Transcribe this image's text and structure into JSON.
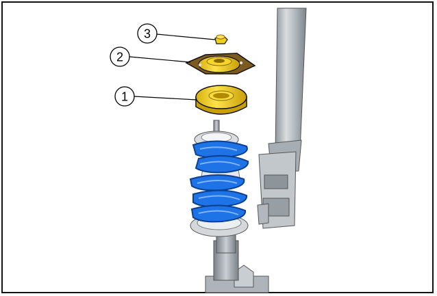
{
  "callouts": [
    {
      "number": "1",
      "part": "lower-bearing-ring"
    },
    {
      "number": "2",
      "part": "upper-strut-mount"
    },
    {
      "number": "3",
      "part": "cap"
    }
  ],
  "colors": {
    "bearing_yellow": "#f2cf1a",
    "mount_brown": "#6b4e1c",
    "spring_blue": "#1e73e6",
    "metal_gray": "#b8bec4",
    "outline": "#111111"
  },
  "icons": {
    "spring": "coil-spring-icon",
    "strut": "shock-absorber-icon"
  }
}
